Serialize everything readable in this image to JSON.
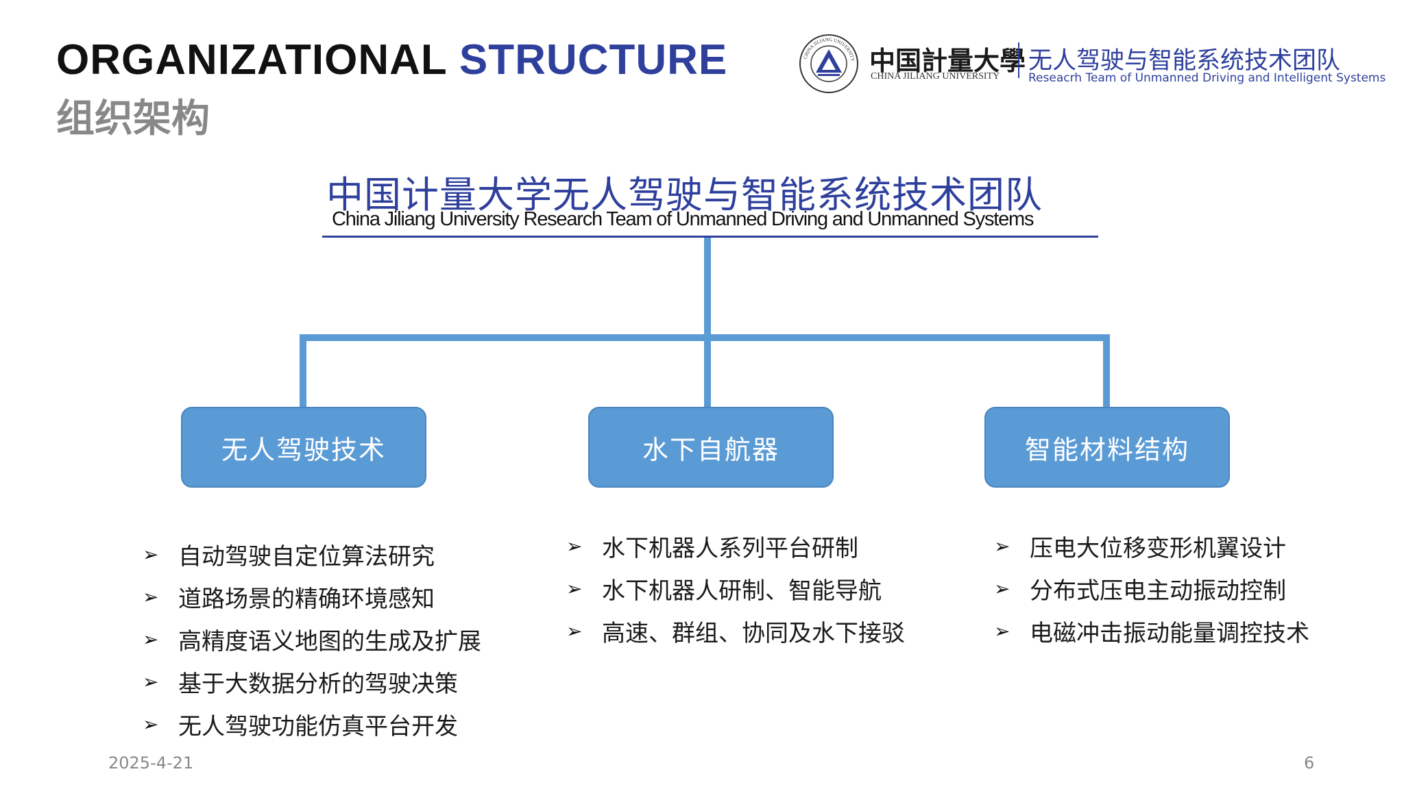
{
  "header": {
    "title_en_main": "ORGANIZATIONAL",
    "title_en_accent": "STRUCTURE",
    "title_zh": "组织架构"
  },
  "logo": {
    "university_name_zh": "中国計量大學",
    "university_name_en": "CHINA JILIANG UNIVERSITY",
    "seal_text": "CHINA JILIANG UNIVERSITY",
    "team_name_zh": "无人驾驶与智能系统技术团队",
    "team_name_en": "Reseacrh Team of Unmanned Driving and Intelligent Systems"
  },
  "org_chart": {
    "root": {
      "name_zh": "中国计量大学无人驾驶与智能系统技术团队",
      "name_en": "China Jiliang University Research Team of Unmanned Driving and Unmanned Systems"
    },
    "branches": [
      {
        "label": "无人驾驶技术",
        "items": [
          "自动驾驶自定位算法研究",
          "道路场景的精确环境感知",
          "高精度语义地图的生成及扩展",
          "基于大数据分析的驾驶决策",
          "无人驾驶功能仿真平台开发"
        ]
      },
      {
        "label": "水下自航器",
        "items": [
          "水下机器人系列平台研制",
          "水下机器人研制、智能导航",
          "高速、群组、协同及水下接驳"
        ]
      },
      {
        "label": "智能材料结构",
        "items": [
          "压电大位移变形机翼设计",
          "分布式压电主动振动控制",
          "电磁冲击振动能量调控技术"
        ]
      }
    ]
  },
  "bullet_glyph": "➢",
  "footer": {
    "date": "2025-4-21",
    "page_number": "6"
  },
  "colors": {
    "accent": "#2e3f9c",
    "node_fill": "#5b9bd5",
    "subtitle_gray": "#888888"
  }
}
